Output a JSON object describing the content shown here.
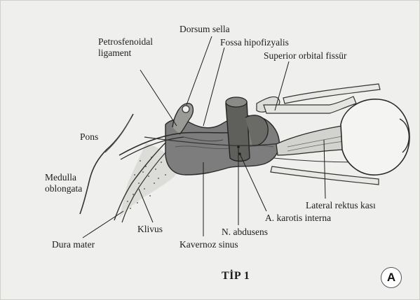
{
  "labels": {
    "dorsum_sella": "Dorsum sella",
    "petrosfenoidal": "Petrosfenoidal",
    "ligament": "ligament",
    "fossa_hipofizyalis": "Fossa hipofizyalis",
    "superior_orbital_fissur": "Superior orbital fissür",
    "pons": "Pons",
    "medulla": "Medulla",
    "oblongata": "oblongata",
    "lateral_rektus_kasi": "Lateral rektus kası",
    "a_karotis_interna": "A. karotis interna",
    "klivus": "Klivus",
    "n_abdusens": "N. abdusens",
    "dura_mater": "Dura mater",
    "kavernoz_sinus": "Kavernoz sinus"
  },
  "title": "TİP 1",
  "panel_letter": "A",
  "colors": {
    "background": "#efefed",
    "ink": "#1d1d1d",
    "sinus_fill": "#7d7d7d",
    "muscle_fill": "#d2d2ce"
  }
}
